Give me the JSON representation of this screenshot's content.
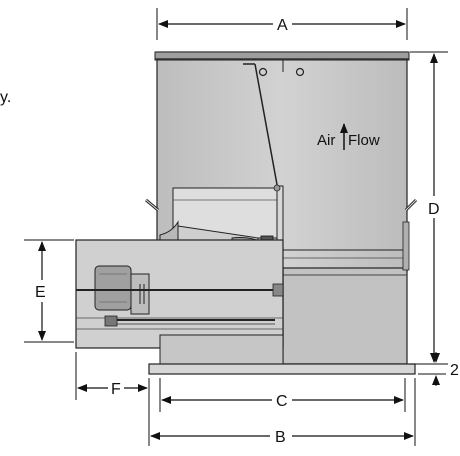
{
  "labels": {
    "dim_a": "A",
    "dim_b": "B",
    "dim_c": "C",
    "dim_d": "D",
    "dim_e": "E",
    "dim_f": "F",
    "dim_2": "2",
    "air_flow_prefix": "Air",
    "air_flow_suffix": "Flow",
    "text_fragment": "y."
  },
  "colors": {
    "housing_fill": "#c4c4c4",
    "housing_dark": "#a9a9a9",
    "line": "#222222",
    "base_fill": "#d6d6d6"
  },
  "icons": [
    "arrow-up-icon",
    "dimension-arrow-icon"
  ]
}
